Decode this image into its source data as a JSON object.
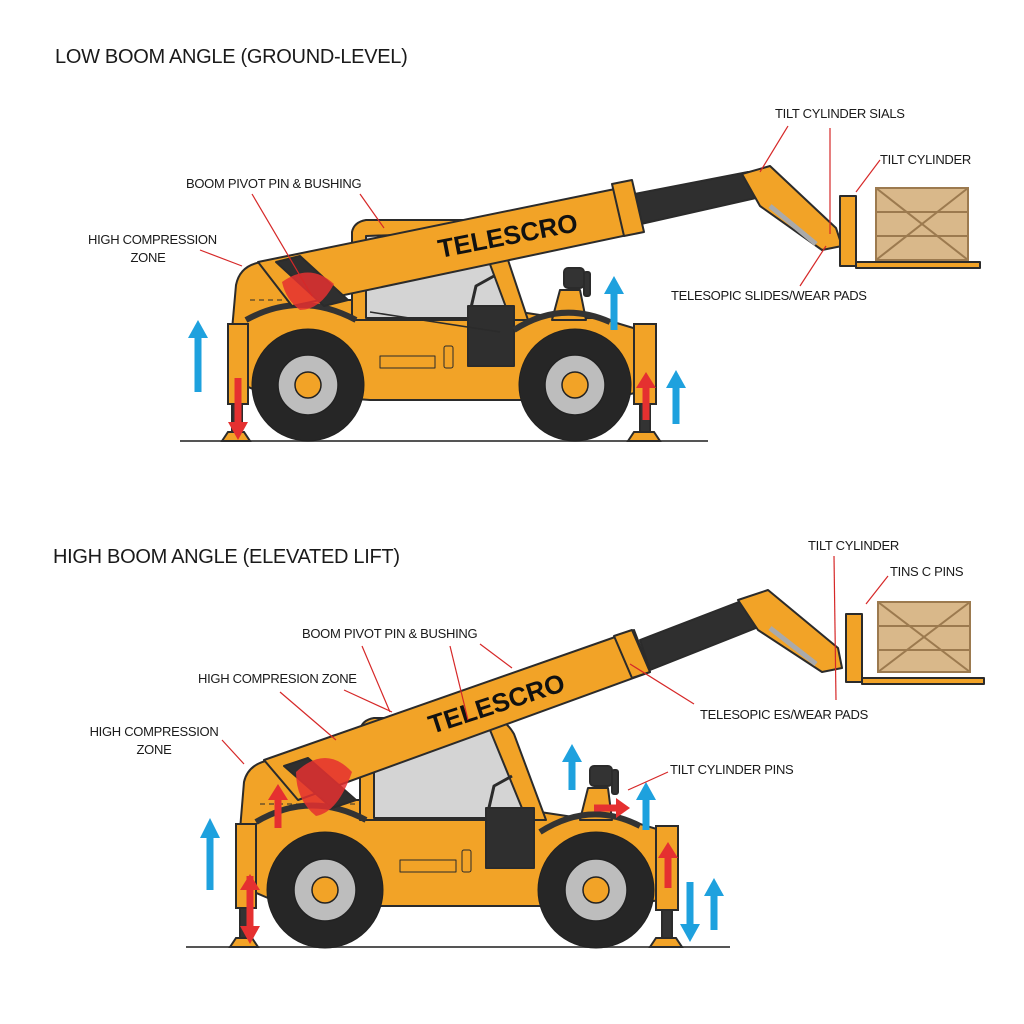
{
  "colors": {
    "body": "#F2A327",
    "body_dark": "#D9891A",
    "outline": "#2b2b2b",
    "boom_inner": "#2f2f2f",
    "tire": "#262626",
    "rim": "#bdbdbd",
    "glass": "#d4d4d4",
    "crate": "#d9b88a",
    "crate_dark": "#9c7a4f",
    "stress_red": "#e53030",
    "force_blue": "#1ea1de",
    "leader_line": "#d62828",
    "ground": "#555555"
  },
  "panels": [
    {
      "id": "low",
      "title": "LOW BOOM ANGLE (GROUND-LEVEL)",
      "brand": "TELESCRO",
      "labels": [
        {
          "text": "TILT CYLINDER SIALS"
        },
        {
          "text": "TILT CYLINDER"
        },
        {
          "text": "BOOM PIVOT PIN & BUSHING"
        },
        {
          "line1": "HIGH COMPRESSION",
          "line2": "ZONE"
        },
        {
          "text": "TELESOPIC SLIDES/WEAR PADS"
        }
      ]
    },
    {
      "id": "high",
      "title": "HIGH BOOM ANGLE (ELEVATED LIFT)",
      "brand": "TELESCRO",
      "labels": [
        {
          "text": "TILT CYLINDER"
        },
        {
          "text": "TINS C  PINS"
        },
        {
          "text": "BOOM PIVOT PIN & BUSHING"
        },
        {
          "text": "HIGH COMPRESION ZONE"
        },
        {
          "line1": "HIGH COMPRESSION",
          "line2": "ZONE"
        },
        {
          "text": "TELESOPIC  ES/WEAR PADS"
        },
        {
          "text": "TILT CYLINDER PINS"
        }
      ]
    }
  ]
}
